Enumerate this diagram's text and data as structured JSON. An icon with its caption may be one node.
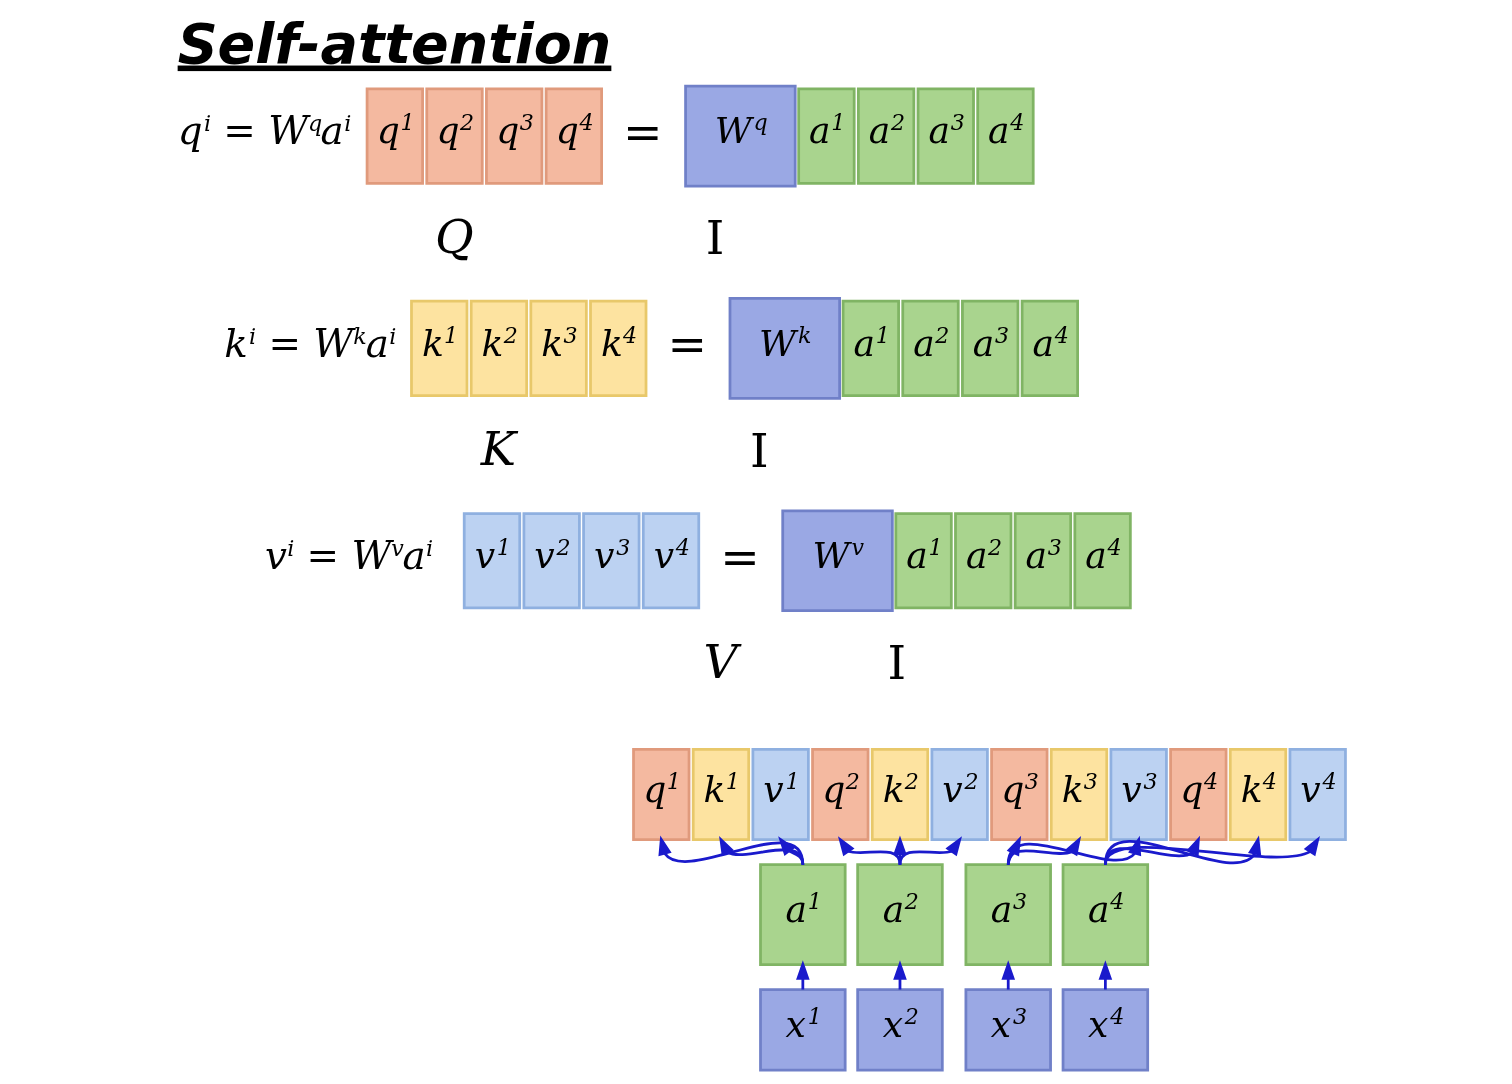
{
  "diagram": {
    "title": "Self-attention",
    "nodes": [
      {
        "text": [
          "q$^{1}$"
        ]
      },
      {
        "text": [
          "q$^{2}$"
        ]
      },
      {
        "text": [
          "q$^{3}$"
        ]
      },
      {
        "text": [
          "q$^{4}$"
        ]
      },
      {
        "text": [
          "W$^{q}$"
        ]
      },
      {
        "text": [
          "a$^{1}$"
        ]
      },
      {
        "text": [
          "a$^{2}$"
        ]
      },
      {
        "text": [
          "a$^{3}$"
        ]
      },
      {
        "text": [
          "a$^{4}$"
        ]
      },
      {
        "text": [
          "k$^{1}$"
        ]
      },
      {
        "text": [
          "k$^{2}$"
        ]
      },
      {
        "text": [
          "k$^{3}$"
        ]
      },
      {
        "text": [
          "k$^{4}$"
        ]
      },
      {
        "text": [
          "W$^{k}$"
        ]
      },
      {
        "text": [
          "a$^{1}$"
        ]
      },
      {
        "text": [
          "a$^{2}$"
        ]
      },
      {
        "text": [
          "a$^{3}$"
        ]
      },
      {
        "text": [
          "a$^{4}$"
        ]
      },
      {
        "text": [
          "v$^{1}$"
        ]
      },
      {
        "text": [
          "v$^{2}$"
        ]
      },
      {
        "text": [
          "v$^{3}$"
        ]
      },
      {
        "text": [
          "v$^{4}$"
        ]
      },
      {
        "text": [
          "W$^{v}$"
        ]
      },
      {
        "text": [
          "a$^{1}$"
        ]
      },
      {
        "text": [
          "a$^{2}$"
        ]
      },
      {
        "text": [
          "a$^{3}$"
        ]
      },
      {
        "text": [
          "a$^{4}$"
        ]
      },
      {
        "text": [
          "q$^{1}$"
        ]
      },
      {
        "text": [
          "k$^{1}$"
        ]
      },
      {
        "text": [
          "v$^{1}$"
        ]
      },
      {
        "text": [
          "q$^{2}$"
        ]
      },
      {
        "text": [
          "k$^{2}$"
        ]
      },
      {
        "text": [
          "v$^{2}$"
        ]
      },
      {
        "text": [
          "q$^{3}$"
        ]
      },
      {
        "text": [
          "k$^{3}$"
        ]
      },
      {
        "text": [
          "v$^{3}$"
        ]
      },
      {
        "text": [
          "q$^{4}$"
        ]
      },
      {
        "text": [
          "k$^{4}$"
        ]
      },
      {
        "text": [
          "v$^{4}$"
        ]
      },
      {
        "text": [
          "a$^{1}$"
        ]
      },
      {
        "text": [
          "a$^{2}$"
        ]
      },
      {
        "text": [
          "a$^{3}$"
        ]
      },
      {
        "text": [
          "a$^{4}$"
        ]
      },
      {
        "text": [
          "x$^{1}$"
        ]
      },
      {
        "text": [
          "x$^{2}$"
        ]
      },
      {
        "text": [
          "x$^{3}$"
        ]
      },
      {
        "text": [
          "x$^{4}$"
        ]
      }
    ],
    "edges": [
      {
        "from": 43,
        "to": 39,
        "arrow": "to"
      },
      {
        "from": 39,
        "to": 27,
        "arrow": "to"
      },
      {
        "from": 39,
        "to": 28,
        "arrow": "to"
      },
      {
        "from": 39,
        "to": 29,
        "arrow": "to"
      },
      {
        "from": 44,
        "to": 40,
        "arrow": "to"
      },
      {
        "from": 40,
        "to": 30,
        "arrow": "to"
      },
      {
        "from": 40,
        "to": 31,
        "arrow": "to"
      },
      {
        "from": 40,
        "to": 32,
        "arrow": "to"
      },
      {
        "from": 45,
        "to": 41,
        "arrow": "to"
      },
      {
        "from": 41,
        "to": 33,
        "arrow": "to"
      },
      {
        "from": 41,
        "to": 34,
        "arrow": "to"
      },
      {
        "from": 41,
        "to": 35,
        "arrow": "to"
      },
      {
        "from": 46,
        "to": 42,
        "arrow": "to"
      },
      {
        "from": 42,
        "to": 36,
        "arrow": "to"
      },
      {
        "from": 42,
        "to": 37,
        "arrow": "to"
      },
      {
        "from": 42,
        "to": 38,
        "arrow": "to"
      }
    ],
    "labels": [
      "=",
      "Q",
      "I",
      "q$^{i}$ = W$^{q}$a$^{i}$",
      "=",
      "K",
      "I",
      "k$^{i}$ = W$^{k}$a$^{i}$",
      "v$^{i}$ = W$^{v}$a$^{i}$",
      "=",
      "V",
      "I"
    ]
  }
}
